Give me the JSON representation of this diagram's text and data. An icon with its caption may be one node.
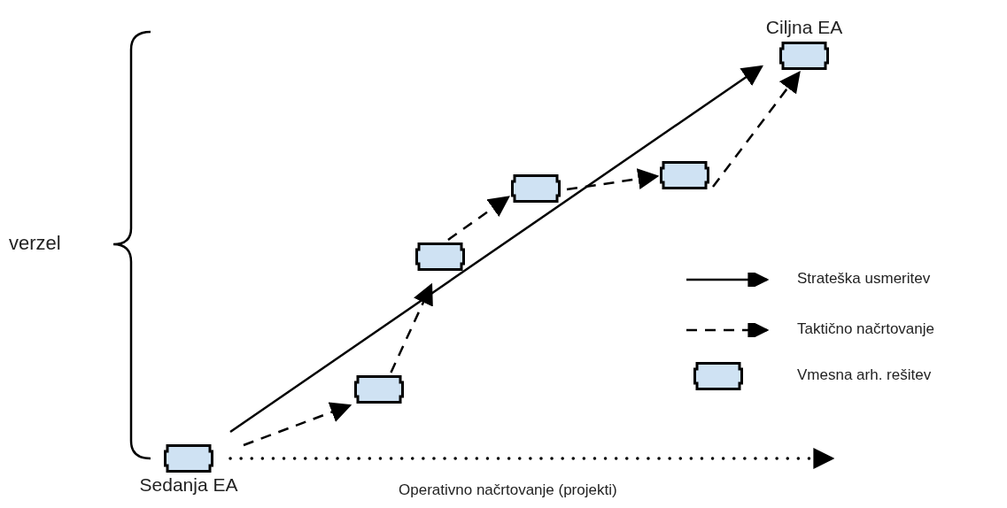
{
  "diagram": {
    "nodes": [
      {
        "text": [
          "Sedanja EA"
        ]
      },
      {
        "text": [],
        "shape": "box"
      },
      {
        "text": [],
        "shape": "box"
      },
      {
        "text": [],
        "shape": "box"
      },
      {
        "text": [],
        "shape": "box"
      },
      {
        "text": [
          "Ciljna EA"
        ]
      }
    ],
    "edges": [
      {
        "from": 0,
        "to": 5,
        "arrow": "to"
      },
      {
        "from": 0,
        "to": 1,
        "arrow": "to",
        "style": "dashed"
      },
      {
        "from": 1,
        "to": 2,
        "arrow": "to",
        "style": "dashed"
      },
      {
        "from": 2,
        "to": 3,
        "arrow": "to",
        "style": "dashed"
      },
      {
        "from": 3,
        "to": 4,
        "arrow": "to",
        "style": "dashed"
      },
      {
        "from": 4,
        "to": 5,
        "arrow": "to",
        "style": "dashed"
      },
      {
        "from": 0,
        "to": null,
        "arrow": "to",
        "style": "dashed"
      }
    ],
    "labels": [
      "verzel",
      "Operativno načrtovanje (projekti)"
    ],
    "legend": [
      {
        "text": "Strateška usmeritev"
      },
      {
        "text": "Taktično načrtovanje"
      },
      {
        "text": "Vmesna arh. rešitev"
      }
    ]
  }
}
